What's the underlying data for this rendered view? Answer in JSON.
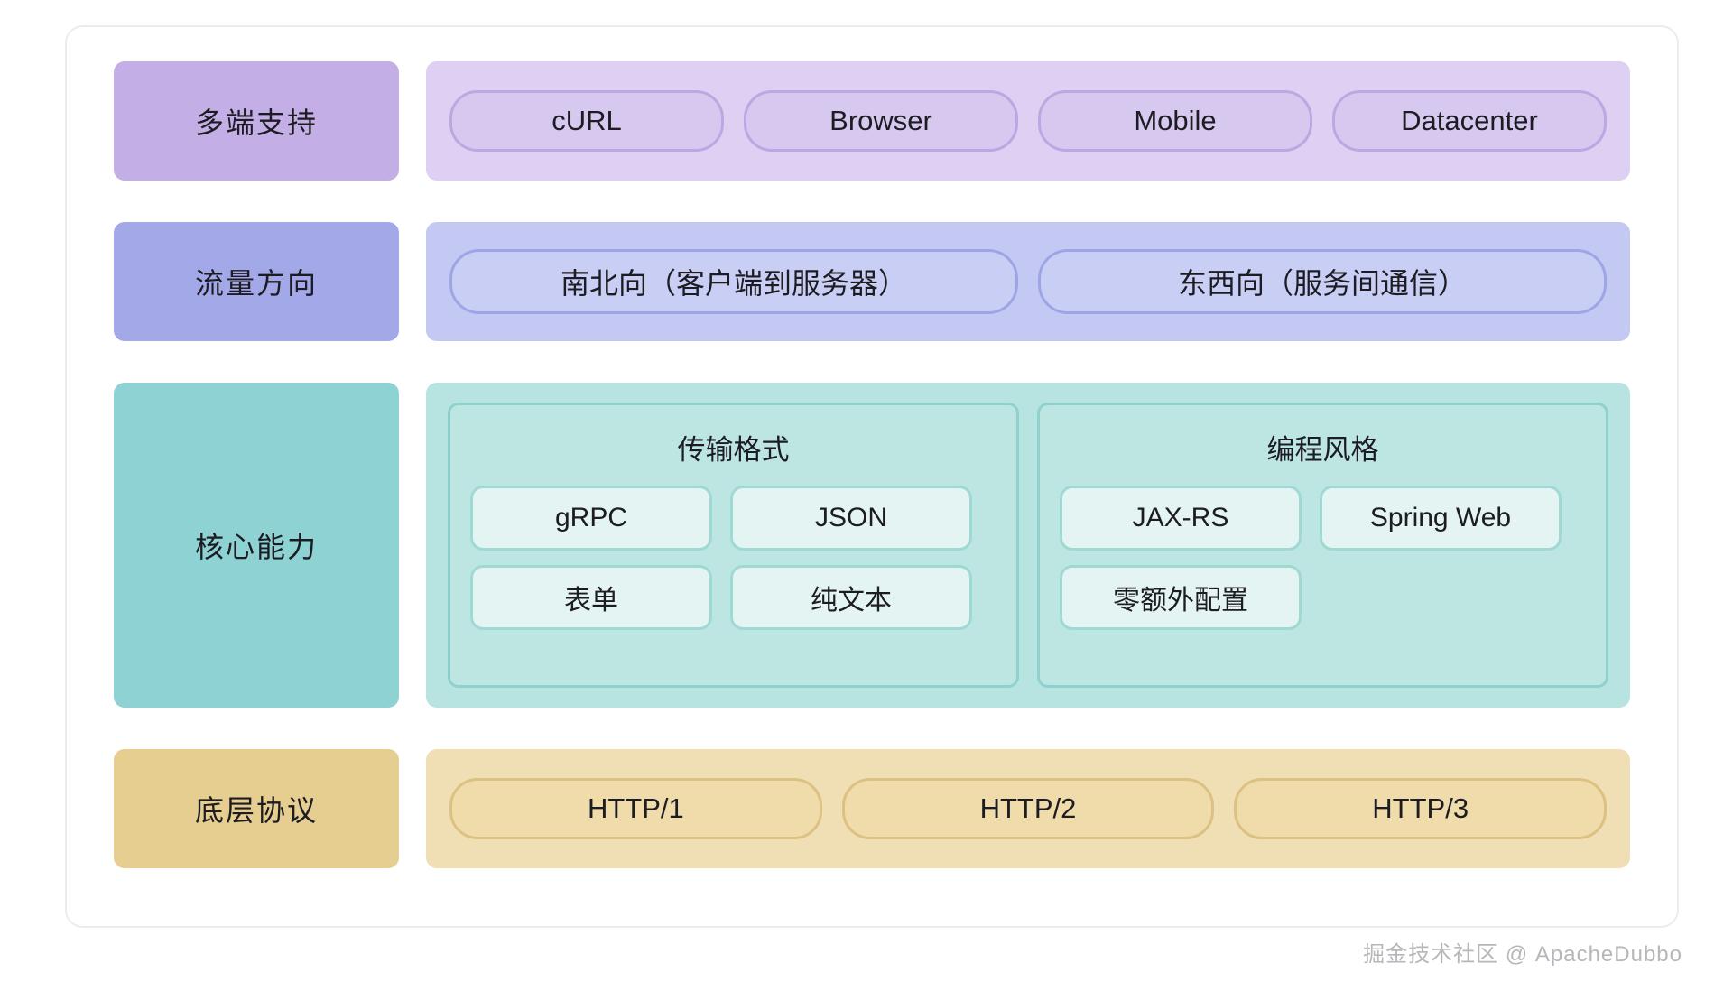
{
  "diagram": {
    "title": "",
    "layers": [
      {
        "id": "multi-client-support",
        "label": "多端支持",
        "label_color": "#c4aee6",
        "body_color": "#ddd0f2",
        "items": [
          "cURL",
          "Browser",
          "Mobile",
          "Datacenter"
        ]
      },
      {
        "id": "traffic-direction",
        "label": "流量方向",
        "label_color": "#a3a8e8",
        "body_color": "#c3c9f2",
        "items": [
          "南北向（客户端到服务器）",
          "东西向（服务间通信）"
        ]
      },
      {
        "id": "core-capability",
        "label": "核心能力",
        "label_color": "#8ed2d4",
        "body_color": "#b7e4e1",
        "groups": [
          {
            "title": "传输格式",
            "rows": [
              [
                "gRPC",
                "JSON"
              ],
              [
                "表单",
                "纯文本"
              ]
            ]
          },
          {
            "title": "编程风格",
            "rows": [
              [
                "JAX-RS",
                "Spring Web"
              ],
              [
                "零额外配置"
              ]
            ]
          }
        ]
      },
      {
        "id": "underlying-protocol",
        "label": "底层协议",
        "label_color": "#e6cd90",
        "body_color": "#f0dfb4",
        "items": [
          "HTTP/1",
          "HTTP/2",
          "HTTP/3"
        ]
      }
    ]
  },
  "watermark": {
    "text": "掘金技术社区 @ ApacheDubbo"
  }
}
